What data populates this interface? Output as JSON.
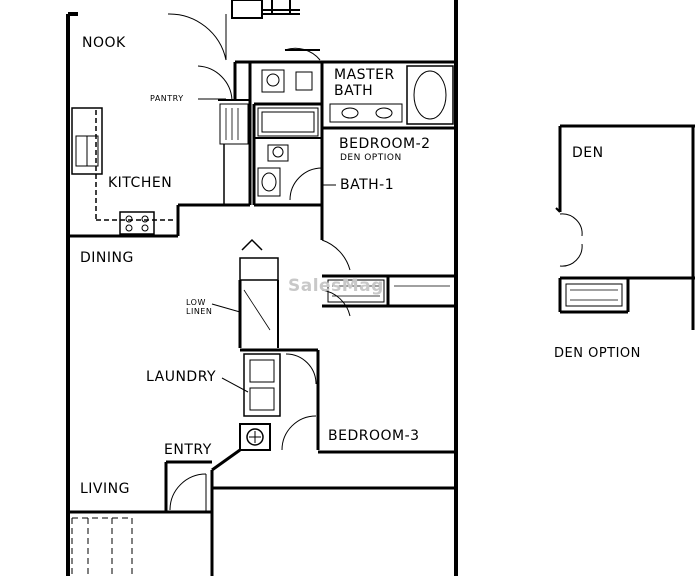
{
  "rooms": {
    "nook": "NOOK",
    "master_bath": "MASTER\nBATH",
    "pantry": "PANTRY",
    "bedroom2": "BEDROOM-2",
    "den_option_small": "DEN OPTION",
    "kitchen": "KITCHEN",
    "bath1": "BATH-1",
    "dining": "DINING",
    "low_linen": "LOW\nLINEN",
    "laundry": "LAUNDRY",
    "bedroom3": "BEDROOM-3",
    "entry": "ENTRY",
    "living": "LIVING",
    "den": "DEN",
    "den_option": "DEN OPTION"
  },
  "watermark": "SalesMag",
  "colors": {
    "ink": "#000000",
    "watermark": "#c8c8c8",
    "paper": "#ffffff"
  }
}
